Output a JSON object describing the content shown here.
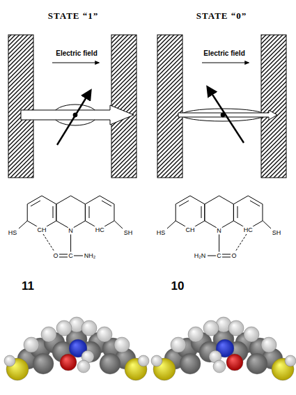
{
  "diagram": {
    "labels": [
      "STATE “1”",
      "STATE “0”",
      "Electric field",
      "Electric field",
      "HS",
      "CH",
      "N",
      "HC",
      "SH",
      "O",
      "C",
      "NH₂",
      "11",
      "HS",
      "CH",
      "N",
      "HC",
      "SH",
      "H₂N",
      "C",
      "O",
      "10"
    ]
  }
}
